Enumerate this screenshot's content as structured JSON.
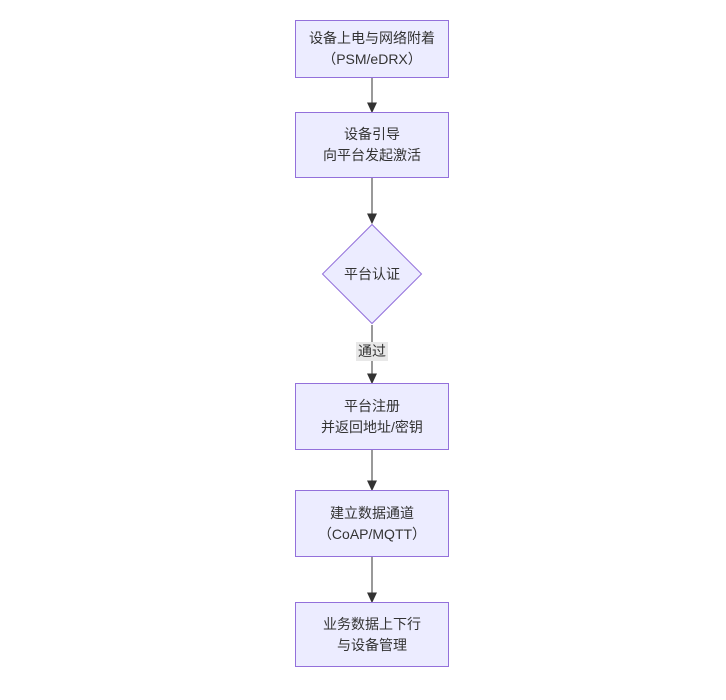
{
  "diagram": {
    "type": "flowchart",
    "direction": "top-down",
    "nodes": [
      {
        "id": "A",
        "shape": "rect",
        "lines": [
          "设备上电与网络附着",
          "（PSM/eDRX）"
        ]
      },
      {
        "id": "B",
        "shape": "rect",
        "lines": [
          "设备引导",
          "向平台发起激活"
        ]
      },
      {
        "id": "C",
        "shape": "diamond",
        "lines": [
          "平台认证"
        ]
      },
      {
        "id": "D",
        "shape": "rect",
        "lines": [
          "平台注册",
          "并返回地址/密钥"
        ]
      },
      {
        "id": "E",
        "shape": "rect",
        "lines": [
          "建立数据通道",
          "（CoAP/MQTT）"
        ]
      },
      {
        "id": "F",
        "shape": "rect",
        "lines": [
          "业务数据上下行",
          "与设备管理"
        ]
      }
    ],
    "edges": [
      {
        "from": "A",
        "to": "B",
        "label": ""
      },
      {
        "from": "B",
        "to": "C",
        "label": ""
      },
      {
        "from": "C",
        "to": "D",
        "label": "通过"
      },
      {
        "from": "D",
        "to": "E",
        "label": ""
      },
      {
        "from": "E",
        "to": "F",
        "label": ""
      }
    ],
    "colors": {
      "node_fill": "#ECECFF",
      "node_border": "#9370DB",
      "text": "#333333",
      "arrow": "#333333",
      "edge_label_bg": "#e8e8e8",
      "background": "#ffffff"
    }
  }
}
